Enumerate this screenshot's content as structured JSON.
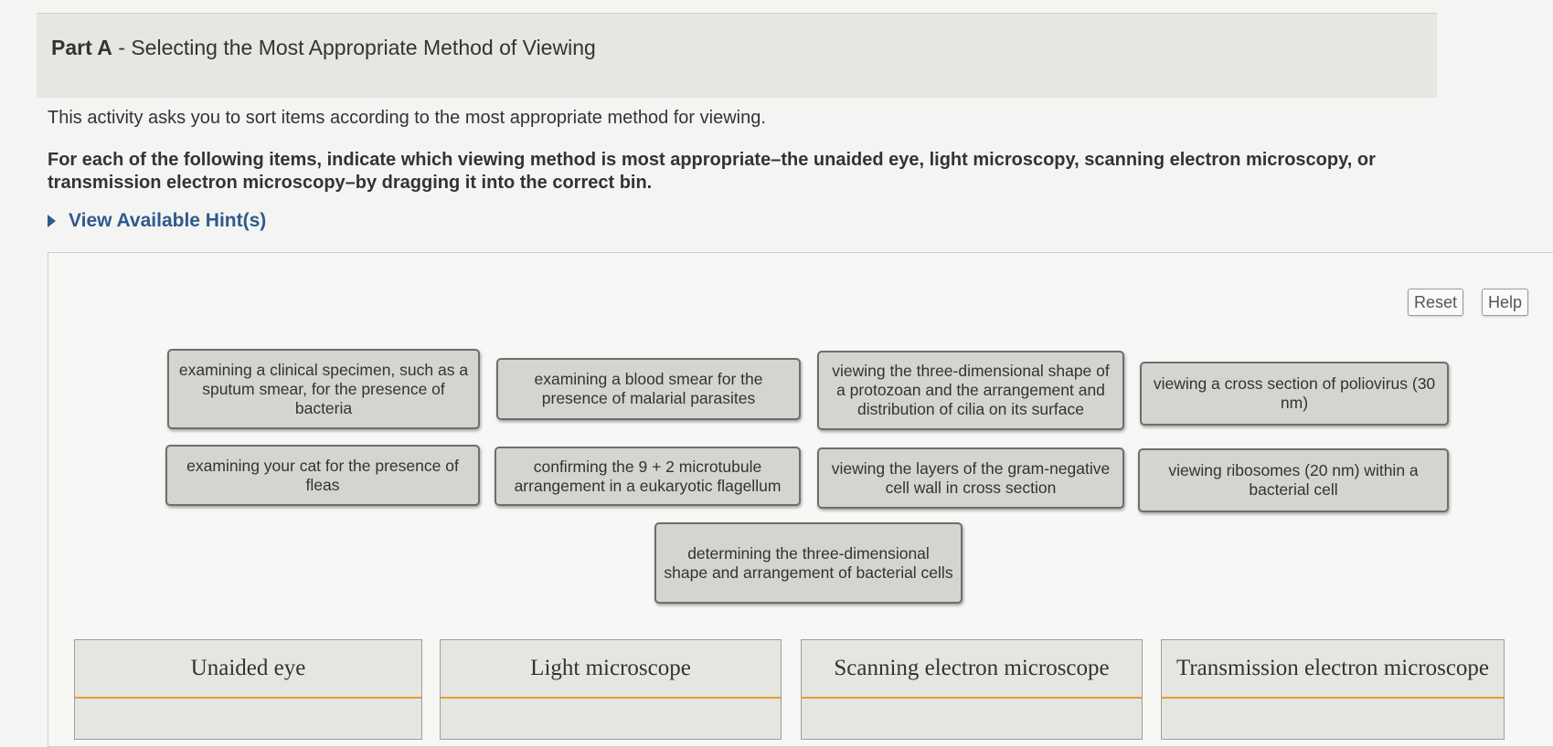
{
  "part": {
    "label": "Part A",
    "separator": "-",
    "title": "Selecting the Most Appropriate Method of Viewing"
  },
  "intro_text": "This activity asks you to sort items according to the most appropriate method for viewing.",
  "instructions_text": "For each of the following items, indicate which viewing method is most appropriate–the unaided eye, light microscopy, scanning electron microscopy, or transmission electron microscopy–by dragging it into the correct bin.",
  "hint_label": "View Available Hint(s)",
  "toolbar": {
    "reset_label": "Reset",
    "help_label": "Help"
  },
  "items": [
    "examining a clinical specimen, such as a sputum smear, for the presence of bacteria",
    "examining a blood smear for the presence of malarial parasites",
    "viewing the three-dimensional shape of a protozoan and the arrangement and distribution of cilia on its surface",
    "viewing a cross section of poliovirus (30 nm)",
    "examining your cat for the presence of fleas",
    "confirming the 9 + 2 microtubule arrangement in a eukaryotic flagellum",
    "viewing the layers of the gram-negative cell wall in cross section",
    "viewing ribosomes (20 nm) within a bacterial cell",
    "determining the three-dimensional shape and arrangement of bacterial cells"
  ],
  "bins": [
    "Unaided eye",
    "Light microscope",
    "Scanning electron microscope",
    "Transmission electron microscope"
  ],
  "colors": {
    "hint": "#2d5a8e",
    "bin_accent": "#e3a02c",
    "tile_bg": "#d4d4d1"
  }
}
